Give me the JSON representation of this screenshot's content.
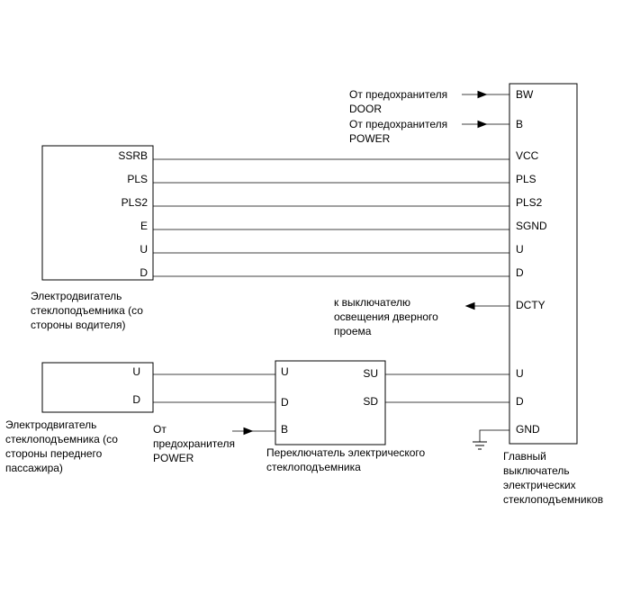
{
  "driver_motor": {
    "pins": [
      "SSRB",
      "PLS",
      "PLS2",
      "E",
      "U",
      "D"
    ],
    "caption": [
      "Электродвигатель",
      "стеклоподъемника (со",
      "стороны водителя)"
    ]
  },
  "passenger_motor": {
    "pins": [
      "U",
      "D"
    ],
    "caption": [
      "Электродвигатель",
      "стеклоподъемника (со",
      "стороны переднего",
      "пассажира)"
    ]
  },
  "passenger_switch": {
    "left_pins": [
      "U",
      "D",
      "B"
    ],
    "right_pins": [
      "SU",
      "SD"
    ],
    "caption": [
      "Переключатель электрического",
      "стеклоподъемника"
    ]
  },
  "main_switch": {
    "pins": [
      "BW",
      "B",
      "VCC",
      "PLS",
      "PLS2",
      "SGND",
      "U",
      "D",
      "DCTY",
      "U",
      "D",
      "GND"
    ],
    "caption": [
      "Главный",
      "выключатель",
      "электрических",
      "стеклоподъемников"
    ]
  },
  "fuse_door": [
    "От предохранителя",
    "DOOR"
  ],
  "fuse_power_main": [
    "От предохранителя",
    "POWER"
  ],
  "courtesy_light": [
    "к выключателю",
    "освещения дверного",
    "проема"
  ],
  "fuse_power_switch": [
    "От",
    "предохранителя",
    "POWER"
  ]
}
